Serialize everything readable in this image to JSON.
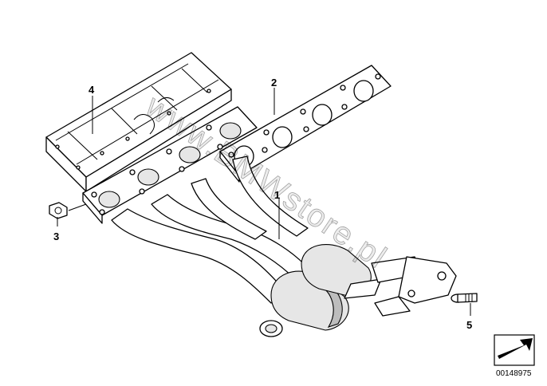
{
  "callouts": [
    {
      "number": "1",
      "part": "exhaust-manifold-with-catalytic-converter"
    },
    {
      "number": "2",
      "part": "manifold-gasket"
    },
    {
      "number": "3",
      "part": "hex-nut"
    },
    {
      "number": "4",
      "part": "heat-shield"
    },
    {
      "number": "5",
      "part": "stud-bolt"
    }
  ],
  "watermark": "www.BMWstore.pl",
  "diagram_id": "00148975",
  "icons": {
    "corner": "arrow-icon"
  }
}
